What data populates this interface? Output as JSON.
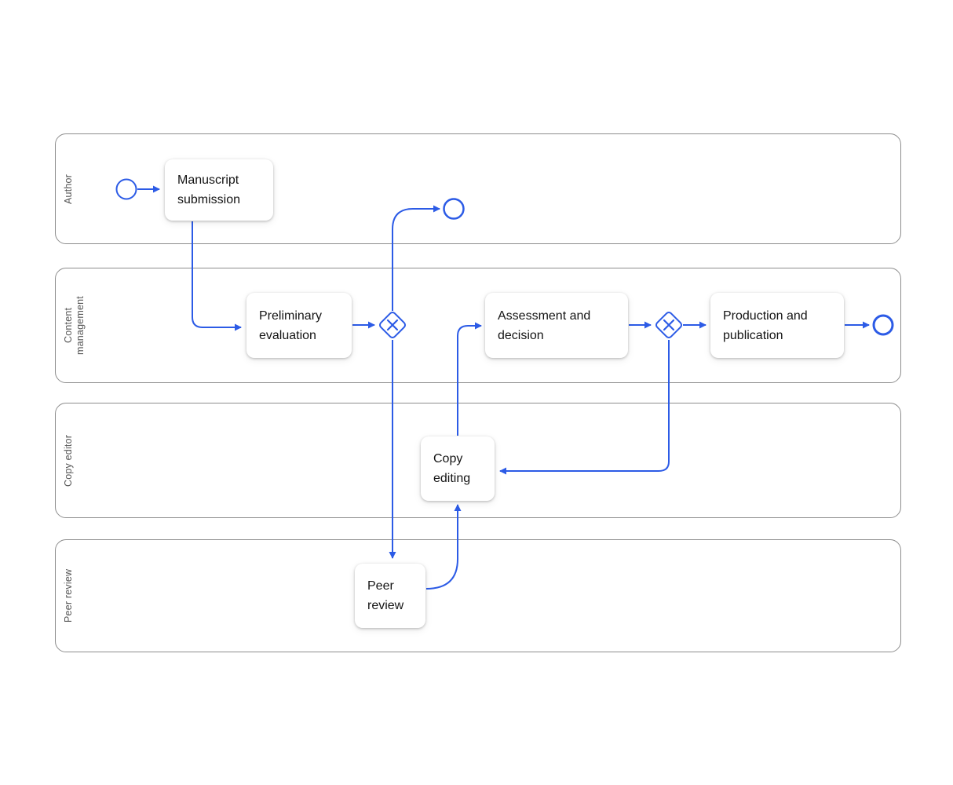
{
  "colors": {
    "accent": "#2c5be6",
    "lane_border": "#8d8d8d",
    "lane_label_text": "#565656",
    "task_text": "#141414",
    "task_bg": "#ffffff",
    "canvas_bg": "#ffffff"
  },
  "lanes": [
    {
      "id": "author",
      "label": "Author"
    },
    {
      "id": "content-management",
      "label": "Content\nmanagement"
    },
    {
      "id": "copy-editor",
      "label": "Copy editor"
    },
    {
      "id": "peer-review",
      "label": "Peer review"
    }
  ],
  "tasks": {
    "manuscript_submission": {
      "label": "Manuscript submission",
      "lane": "Author"
    },
    "preliminary_evaluation": {
      "label": "Preliminary evaluation",
      "lane": "Content management"
    },
    "assessment_and_decision": {
      "label": "Assessment and decision",
      "lane": "Content management"
    },
    "production_and_publication": {
      "label": "Production and publication",
      "lane": "Content management"
    },
    "copy_editing": {
      "label": "Copy editing",
      "lane": "Copy editor"
    },
    "peer_review": {
      "label": "Peer review",
      "lane": "Peer review"
    }
  },
  "events": [
    {
      "id": "start",
      "type": "start",
      "lane": "Author"
    },
    {
      "id": "end_top",
      "type": "end",
      "lane": "Author"
    },
    {
      "id": "end_final",
      "type": "end",
      "lane": "Content management"
    }
  ],
  "gateways": [
    {
      "id": "gateway_1",
      "type": "exclusive"
    },
    {
      "id": "gateway_2",
      "type": "exclusive"
    }
  ],
  "flows": [
    {
      "from": "start",
      "to": "manuscript_submission"
    },
    {
      "from": "manuscript_submission",
      "to": "preliminary_evaluation"
    },
    {
      "from": "preliminary_evaluation",
      "to": "gateway_1"
    },
    {
      "from": "gateway_1",
      "to": "end_top"
    },
    {
      "from": "gateway_1",
      "to": "peer_review"
    },
    {
      "from": "peer_review",
      "to": "copy_editing"
    },
    {
      "from": "copy_editing",
      "to": "assessment_and_decision"
    },
    {
      "from": "assessment_and_decision",
      "to": "gateway_2"
    },
    {
      "from": "gateway_2",
      "to": "production_and_publication"
    },
    {
      "from": "production_and_publication",
      "to": "end_final"
    },
    {
      "from": "gateway_2",
      "to": "copy_editing"
    }
  ]
}
